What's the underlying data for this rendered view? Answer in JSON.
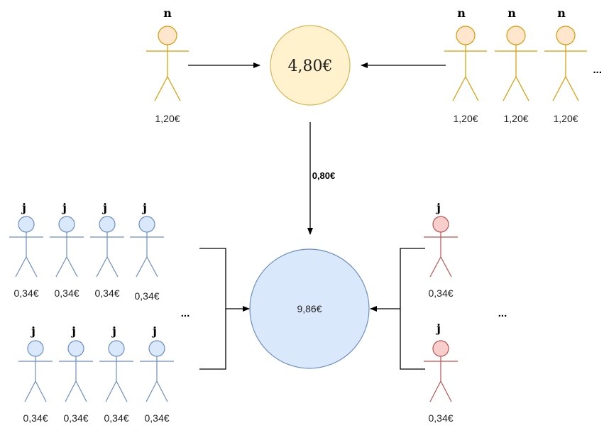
{
  "colors": {
    "orange_fill": "#ffe6cc",
    "orange_stroke": "#d79b00",
    "pool_top_fill": "#fff2cc",
    "pool_top_stroke": "#d6b656",
    "blue_fill": "#dae8fc",
    "blue_stroke": "#6c8ebf",
    "red_fill": "#f8cecc",
    "red_stroke": "#b85450"
  },
  "top_pool": {
    "value": "4,80€"
  },
  "bottom_pool": {
    "value": "9,86€"
  },
  "transfer": {
    "value": "0,80€"
  },
  "top_left_actor": {
    "role": "n",
    "amount": "1,20€"
  },
  "top_right_actors": [
    {
      "role": "n",
      "amount": "1,20€"
    },
    {
      "role": "n",
      "amount": "1,20€"
    },
    {
      "role": "n",
      "amount": "1,20€"
    }
  ],
  "top_right_more": "...",
  "blue_row_1": [
    {
      "role": "j",
      "amount": "0,34€"
    },
    {
      "role": "j",
      "amount": "0,34€"
    },
    {
      "role": "j",
      "amount": "0,34€"
    },
    {
      "role": "j",
      "amount": "0,34€"
    }
  ],
  "blue_row_2": [
    {
      "role": "j",
      "amount": "0,34€"
    },
    {
      "role": "j",
      "amount": "0,34€"
    },
    {
      "role": "j",
      "amount": "0,34€"
    },
    {
      "role": "j",
      "amount": "0,34€"
    }
  ],
  "left_more": "...",
  "red_actors": [
    {
      "role": "j",
      "amount": "0,34€"
    },
    {
      "role": "j",
      "amount": "0,34€"
    }
  ],
  "right_more": "..."
}
